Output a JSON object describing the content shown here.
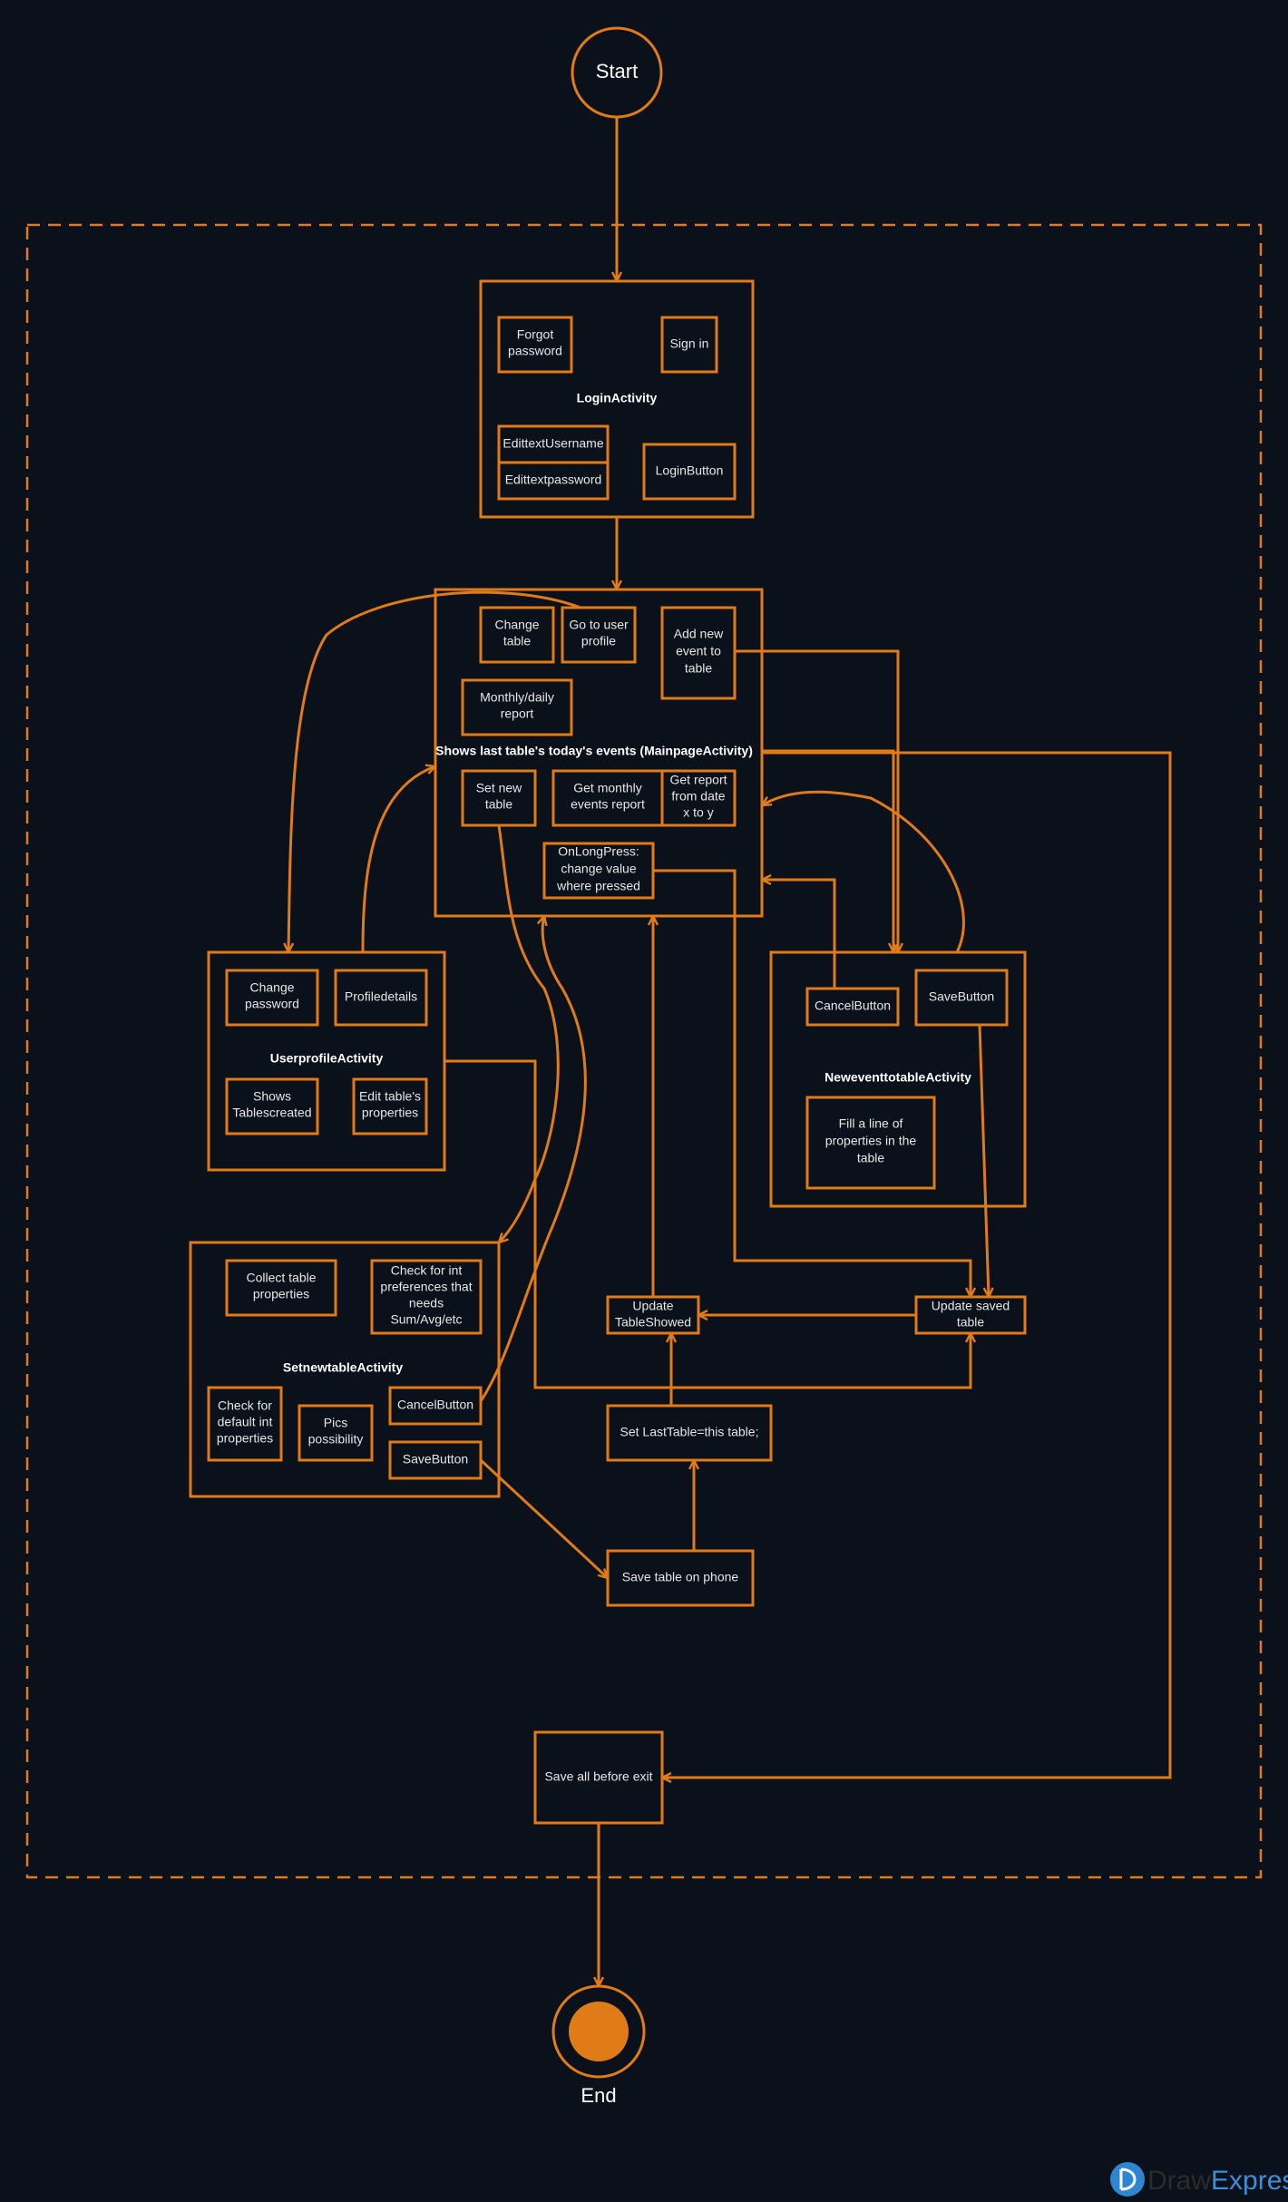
{
  "start": {
    "label": "Start"
  },
  "end": {
    "label": "End"
  },
  "login": {
    "title": "LoginActivity",
    "forgot": [
      "Forgot",
      "password"
    ],
    "sign_in": "Sign in",
    "username": "EdittextUsername",
    "password": "Edittextpassword",
    "login_button": "LoginButton"
  },
  "main": {
    "title": "Shows last table's today's events (MainpageActivity)",
    "change_table": [
      "Change",
      "table"
    ],
    "go_profile": [
      "Go to user",
      "profile"
    ],
    "add_event": [
      "Add new",
      "event to",
      "table"
    ],
    "monthly_daily": [
      "Monthly/daily",
      "report"
    ],
    "set_new_table": [
      "Set new",
      "table"
    ],
    "get_monthly": [
      "Get monthly",
      "events report"
    ],
    "get_report": [
      "Get report",
      "from date",
      "x to y"
    ],
    "long_press": [
      "OnLongPress:",
      "change value",
      "where pressed"
    ]
  },
  "userprofile": {
    "title": "UserprofileActivity",
    "change_password": [
      "Change",
      "password"
    ],
    "profiledetails": "Profiledetails",
    "shows_tables": [
      "Shows",
      "Tablescreated"
    ],
    "edit_props": [
      "Edit table's",
      "properties"
    ]
  },
  "newevent": {
    "title": "NeweventtotableActivity",
    "cancel": "CancelButton",
    "save": "SaveButton",
    "fill_line": [
      "Fill a line of",
      "properties in the",
      "table"
    ]
  },
  "setnew": {
    "title": "SetnewtableActivity",
    "collect": [
      "Collect table",
      "properties"
    ],
    "check_int": [
      "Check for int",
      "preferences that",
      "needs",
      "Sum/Avg/etc"
    ],
    "check_default": [
      "Check for",
      "default int",
      "properties"
    ],
    "pics": [
      "Pics",
      "possibility"
    ],
    "cancel": "CancelButton",
    "save": "SaveButton"
  },
  "nodes": {
    "update_showed": [
      "Update",
      "TableShowed"
    ],
    "update_saved": [
      "Update saved",
      "table"
    ],
    "set_last": "Set LastTable=this table;",
    "save_phone": "Save table on phone",
    "save_all": "Save all before exit"
  },
  "branding": {
    "prefix": "Draw",
    "suffix": "Express"
  },
  "colors": {
    "background": "#0b111a",
    "accent": "#e07b18",
    "text": "#e6e6e6"
  }
}
